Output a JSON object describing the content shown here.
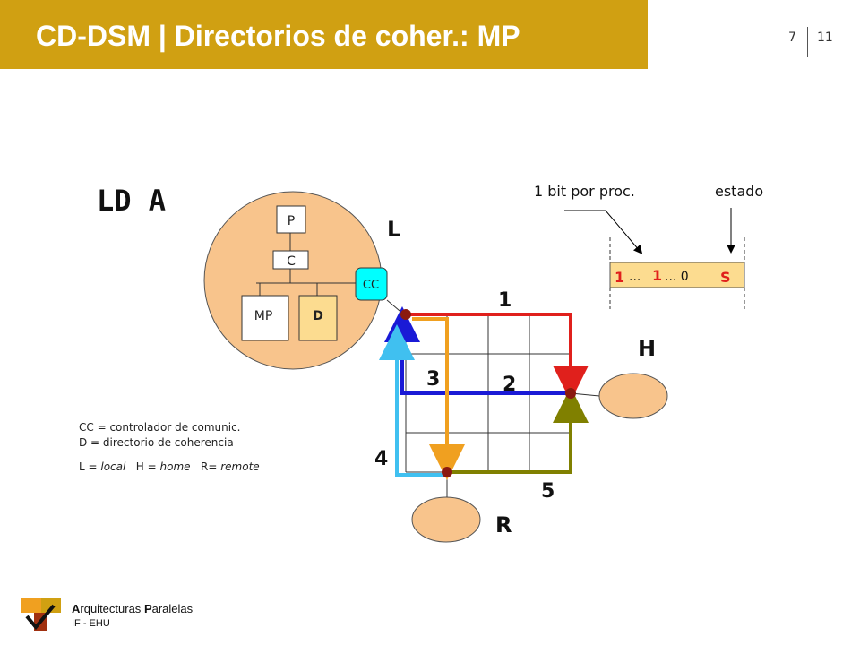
{
  "header": {
    "title": "CD-DSM | Directorios de coher.: MP",
    "page_current": "7",
    "page_total": "11"
  },
  "diagram": {
    "big_label": "LD A",
    "node_L": "L",
    "node_H": "H",
    "node_R": "R",
    "box_P": "P",
    "box_C": "C",
    "box_CC": "CC",
    "box_MP": "MP",
    "box_D": "D",
    "bit_label": "1 bit por proc.",
    "state_label": "estado",
    "dir_first_bit": "1",
    "dir_dots_1": "...",
    "dir_mid_bit": "1",
    "dir_dots_2": "... 0",
    "dir_state": "S",
    "steps": [
      "1",
      "2",
      "3",
      "4",
      "5"
    ],
    "colors": {
      "step1": "#e0201c",
      "step2": "#1a1ad6",
      "step3": "#f0a020",
      "step4": "#40c0f0",
      "step5": "#808000",
      "node": "#f8c48c",
      "cc": "#00ffff",
      "d": "#fcdc90"
    }
  },
  "legend": {
    "line1": "CC = controlador de comunic.",
    "line2": "D = directorio de coherencia",
    "line3_a": "L = ",
    "line3_b": "local",
    "line3_c": "H = ",
    "line3_d": "home",
    "line3_e": "R= ",
    "line3_f": "remote"
  },
  "footer": {
    "line1_a": "A",
    "line1_b": "rquitecturas ",
    "line1_c": "P",
    "line1_d": "aralelas",
    "line2": "IF - EHU"
  }
}
